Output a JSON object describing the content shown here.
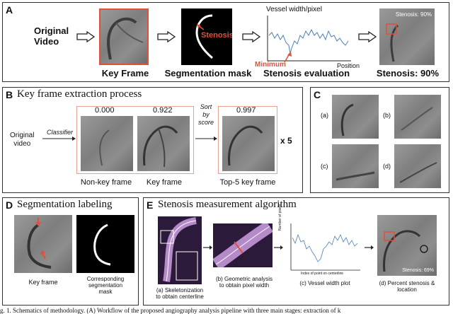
{
  "panelA": {
    "label": "A",
    "original_video": "Original\nVideo",
    "stenosis_label": "Stenosis",
    "vessel_width_label": "Vessel width/pixel",
    "minimum_label": "Minimum",
    "position_label": "Position",
    "stenosis_value_overlay": "Stenosis: 90%",
    "captions": [
      "Key Frame",
      "Segmentation mask",
      "Stenosis evaluation",
      "Stenosis: 90%"
    ]
  },
  "panelB": {
    "label": "B",
    "title": "Key frame extraction process",
    "original_video": "Original\nvideo",
    "classifier": "Classifier",
    "scores": [
      "0.000",
      "0.922",
      "0.997"
    ],
    "sort_label": "Sort\nby\nscore",
    "times_label": "x 5",
    "captions": [
      "Non-key frame",
      "Key frame",
      "Top-5 key frame"
    ]
  },
  "panelC": {
    "label": "C",
    "sublabels": [
      "(a)",
      "(b)",
      "(c)",
      "(d)"
    ]
  },
  "panelD": {
    "label": "D",
    "title": "Segmentation labeling",
    "captions": [
      "Key frame",
      "Corresponding\nsegmentation\nmask"
    ]
  },
  "panelE": {
    "label": "E",
    "title": "Stenosis measurement algorithm",
    "captions": [
      "(a) Skeletonization\nto obtain centerline",
      "(b) Geometric analysis\nto obtain pixel width",
      "(c) Vessel width plot",
      "(d) Percent stenosis &\nlocation"
    ],
    "stenosis_overlay": "Stenosis: 69%",
    "plot_ylabel": "Number of pixels",
    "plot_xlabel": "Index of point on centerline"
  },
  "caption_strip": "g. 1.  Schematics of methodology. (A) Workflow of the proposed angiography analysis pipeline with three main stages: extraction of k"
}
